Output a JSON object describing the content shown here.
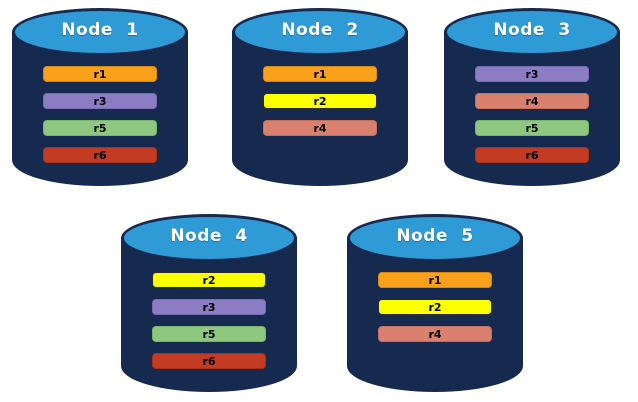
{
  "canvas": {
    "background": "#FFFFFF"
  },
  "cylinder": {
    "body_color": "#16294E",
    "top_color": "#2E9AD6",
    "outline_color": "#16294E",
    "node_label_color": "#FFFFFF",
    "bar_text_color": "#000000"
  },
  "replicas": {
    "r1": {
      "label": "r1",
      "color": "#F9A11B",
      "border": "#D88A0F"
    },
    "r2": {
      "label": "r2",
      "color": "#FCFF00",
      "border": "#2A2A2A"
    },
    "r3": {
      "label": "r3",
      "color": "#8C7CC4",
      "border": "#7A6BB3"
    },
    "r4": {
      "label": "r4",
      "color": "#D9806F",
      "border": "#C4705F"
    },
    "r5": {
      "label": "r5",
      "color": "#8EC87F",
      "border": "#7BB56D"
    },
    "r6": {
      "label": "r6",
      "color": "#C23B22",
      "border": "#A92F18"
    }
  },
  "nodes": [
    {
      "label": "Node 1",
      "replicas": [
        "r1",
        "r3",
        "r5",
        "r6"
      ]
    },
    {
      "label": "Node 2",
      "replicas": [
        "r1",
        "r2",
        "r4"
      ]
    },
    {
      "label": "Node 3",
      "replicas": [
        "r3",
        "r4",
        "r5",
        "r6"
      ]
    },
    {
      "label": "Node 4",
      "replicas": [
        "r2",
        "r3",
        "r5",
        "r6"
      ]
    },
    {
      "label": "Node 5",
      "replicas": [
        "r1",
        "r2",
        "r4"
      ]
    }
  ]
}
